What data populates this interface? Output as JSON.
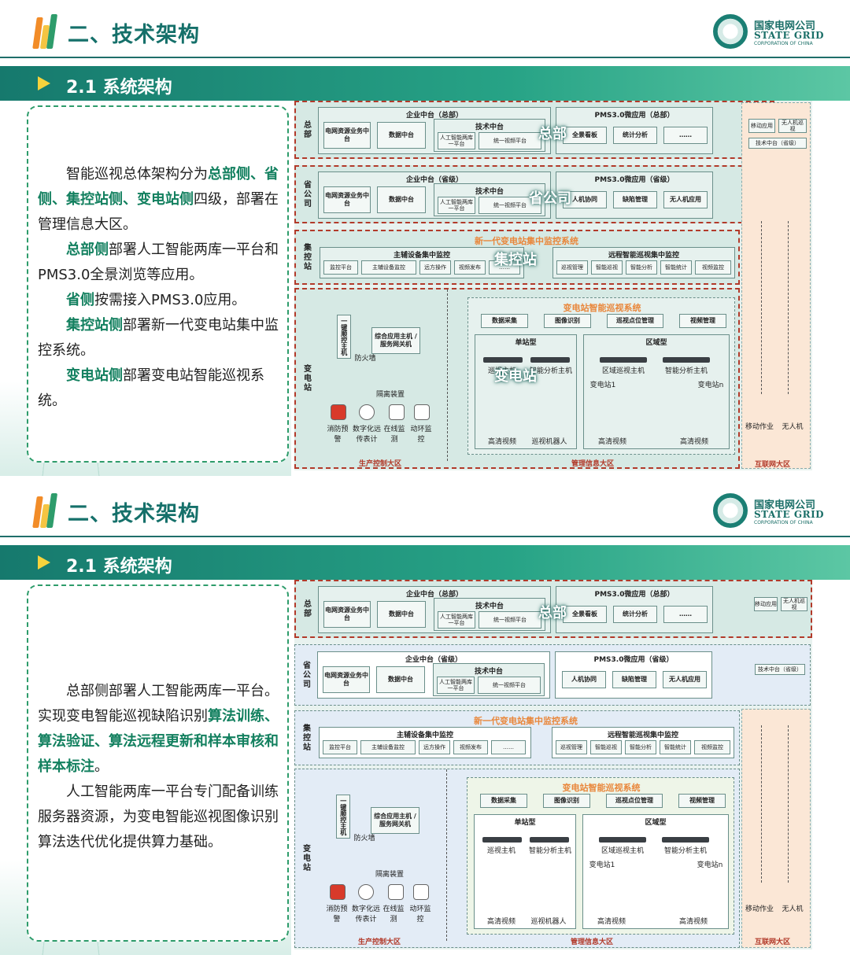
{
  "header": {
    "title": "二、技术架构",
    "brand_cn": "国家电网公司",
    "brand_en": "STATE GRID",
    "brand_sub": "CORPORATION OF CHINA"
  },
  "section_band": "2.1 系统架构",
  "slide1": {
    "para": [
      {
        "type": "mixed",
        "parts": [
          "智能巡视总体架构分为",
          "总部侧、省侧、集控站侧、变电站侧",
          "四级，部署在管理信息大区。"
        ]
      },
      {
        "type": "mixed",
        "parts": [
          "",
          "总部侧",
          "部署人工智能两库一平台和PMS3.0全景浏览等应用。"
        ]
      },
      {
        "type": "mixed",
        "parts": [
          "",
          "省侧",
          "按需接入PMS3.0应用。"
        ]
      },
      {
        "type": "mixed",
        "parts": [
          "",
          "集控站侧",
          "部署新一代变电站集中监控系统。"
        ]
      },
      {
        "type": "mixed",
        "parts": [
          "",
          "变电站侧",
          "部署变电站智能巡视系统。"
        ]
      }
    ]
  },
  "slide2": {
    "para1": [
      "总部侧部署人工智能两库一平台。实现变电智能巡视缺陷识别",
      "算法训练、算法验证、算法远程更新和样本审核和样本标注",
      "。"
    ],
    "para2": "人工智能两库一平台专门配备训练服务器资源，为变电智能巡视图像识别算法迭代优化提供算力基础。"
  },
  "diagram": {
    "overlays": {
      "hq": "总部",
      "prov": "省公司",
      "ctrl": "集控站",
      "sub": "变电站"
    },
    "levels": {
      "hq": "总部",
      "prov": "省公司",
      "ctrl": "集控站",
      "sub": "变电站"
    },
    "hq": {
      "group1_title": "企业中台（总部）",
      "box_grid": "电网资源业务中台",
      "box_data": "数据中台",
      "tech_title": "技术中台",
      "ai_box": "人工智能两库一平台",
      "unified": "统一视频平台",
      "pms_title": "PMS3.0微应用（总部）",
      "pms_items": [
        "全景看板",
        "统计分析",
        "……"
      ]
    },
    "prov": {
      "group1_title": "企业中台（省级）",
      "box_grid": "电网资源业务中台",
      "box_data": "数据中台",
      "tech_title": "技术中台",
      "ai_box": "人工智能两库一平台",
      "unified": "统一视频平台",
      "pms_title": "PMS3.0微应用（省级）",
      "pms_items": [
        "人机协同",
        "缺陷管理",
        "无人机应用"
      ]
    },
    "ctrl": {
      "title": "新一代变电站集中监控系统",
      "left_title": "主辅设备集中监控",
      "left_items": [
        "监控平台",
        "主辅设备监控",
        "远方操作",
        "视频发布",
        "……"
      ],
      "right_title": "远程智能巡视集中监控",
      "right_items": [
        "巡视管理",
        "智能巡视",
        "智能分析",
        "智能统计",
        "视频监控"
      ]
    },
    "sub": {
      "one_way": "一键顺控主机",
      "firewall": "防火墙",
      "main_host": "综合应用主机 / 服务网关机",
      "sys_title": "变电站智能巡视系统",
      "modules": [
        "数据采集",
        "图像识别",
        "巡视点位管理",
        "视频管理"
      ],
      "single": "单站型",
      "area": "区域型",
      "host1": "巡视主机",
      "host2": "智能分析主机",
      "area_host": "区域巡视主机",
      "analysis": "智能分析主机",
      "station1": "变电站1",
      "stationN": "变电站n",
      "hd": "高清视频",
      "robot": "巡视机器人",
      "hd2": "高清视频",
      "hd3": "高清视频",
      "gateway": "隔离装置",
      "icons": [
        "消防预警",
        "数字化远传表计",
        "在线监测",
        "动环监控"
      ]
    },
    "right": {
      "items": [
        "移动作业",
        "无人机"
      ],
      "net_label": "互联网大区",
      "top_boxes": [
        "移动应用",
        "无人机巡视",
        "技术中台（省级）"
      ]
    },
    "zones": {
      "prod": "生产控制大区",
      "mgmt": "管理信息大区",
      "inet": "互联网大区"
    }
  }
}
